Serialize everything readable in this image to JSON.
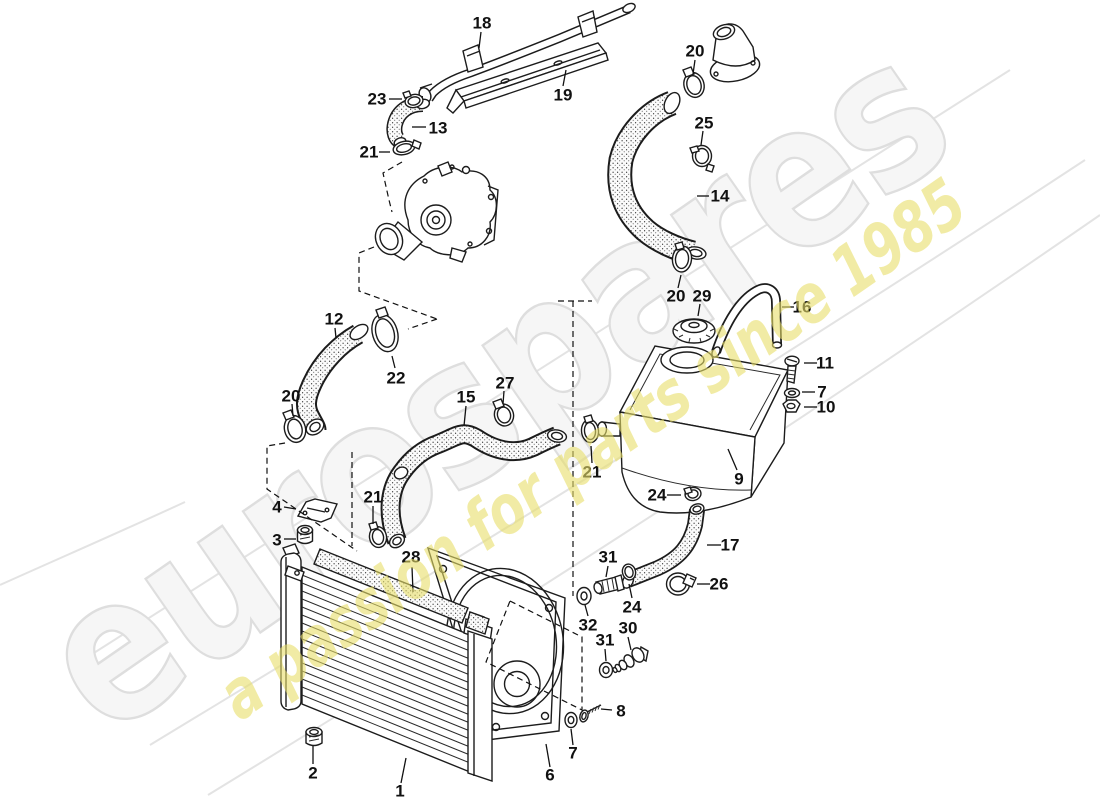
{
  "watermark": {
    "brand_text": "eurospares",
    "tagline_text": "a passion for parts since 1985",
    "brand_fill": "#f6f6f6",
    "brand_stroke": "#dedede",
    "tagline_color": "#e8df6a"
  },
  "labels": {
    "l1": {
      "text": "1"
    },
    "l2": {
      "text": "2"
    },
    "l3": {
      "text": "3"
    },
    "l4": {
      "text": "4"
    },
    "l6": {
      "text": "6"
    },
    "l7a": {
      "text": "7"
    },
    "l7b": {
      "text": "7"
    },
    "l8": {
      "text": "8"
    },
    "l9": {
      "text": "9"
    },
    "l10": {
      "text": "10"
    },
    "l11": {
      "text": "11"
    },
    "l12": {
      "text": "12"
    },
    "l13": {
      "text": "13"
    },
    "l14": {
      "text": "14"
    },
    "l15": {
      "text": "15"
    },
    "l16": {
      "text": "16"
    },
    "l17": {
      "text": "17"
    },
    "l18": {
      "text": "18"
    },
    "l19": {
      "text": "19"
    },
    "l20a": {
      "text": "20"
    },
    "l20b": {
      "text": "20"
    },
    "l20c": {
      "text": "20"
    },
    "l21a": {
      "text": "21"
    },
    "l21b": {
      "text": "21"
    },
    "l21c": {
      "text": "21"
    },
    "l22": {
      "text": "22"
    },
    "l23": {
      "text": "23"
    },
    "l24a": {
      "text": "24"
    },
    "l24b": {
      "text": "24"
    },
    "l25": {
      "text": "25"
    },
    "l26": {
      "text": "26"
    },
    "l27": {
      "text": "27"
    },
    "l28": {
      "text": "28"
    },
    "l29": {
      "text": "29"
    },
    "l30": {
      "text": "30"
    },
    "l31a": {
      "text": "31"
    },
    "l31b": {
      "text": "31"
    },
    "l32": {
      "text": "32"
    }
  }
}
